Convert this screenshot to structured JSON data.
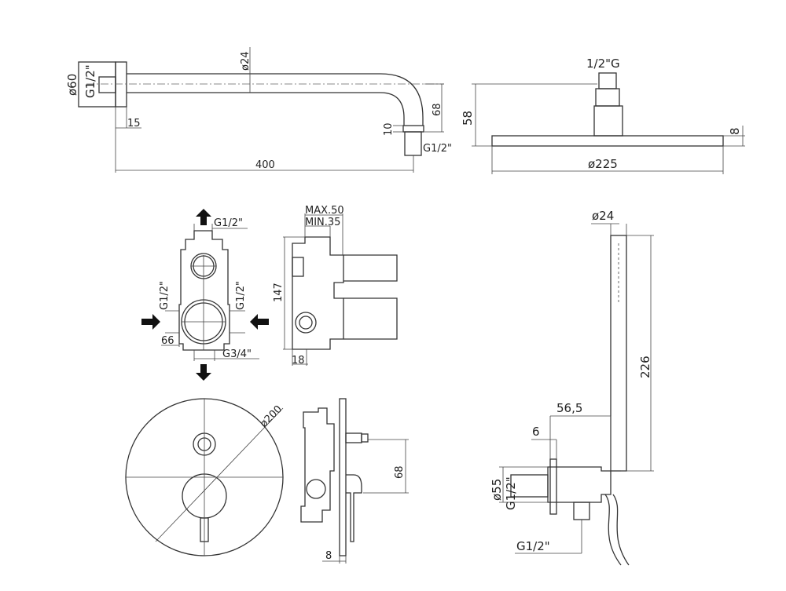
{
  "shower_arm": {
    "flange_dia": "ø60",
    "thread_left": "G1/2\"",
    "tube_dia": "ø24",
    "flange_depth": "15",
    "drop": "68",
    "nut": "10",
    "thread_right": "G1/2\"",
    "length": "400"
  },
  "shower_head": {
    "thread": "1/2\"G",
    "height": "58",
    "thickness": "8",
    "diameter": "ø225"
  },
  "valve_front": {
    "outlet_top": "G1/2\"",
    "inlet_left": "G1/2\"",
    "inlet_right": "G1/2\"",
    "width": "66",
    "outlet_bottom": "G3/4\""
  },
  "valve_side": {
    "max": "MAX.50",
    "min": "MIN.35",
    "height": "147",
    "depth": "18"
  },
  "mixer": {
    "plate_dia": "ø200",
    "lever_offset": "68",
    "plate_thickness": "8"
  },
  "hand_shower": {
    "handle_dia": "ø24",
    "handle_length": "226",
    "outlet_projection": "56,5",
    "wall_gap": "6",
    "flange_dia": "ø55",
    "thread_wall": "G1/2\"",
    "thread_bottom": "G1/2\""
  }
}
